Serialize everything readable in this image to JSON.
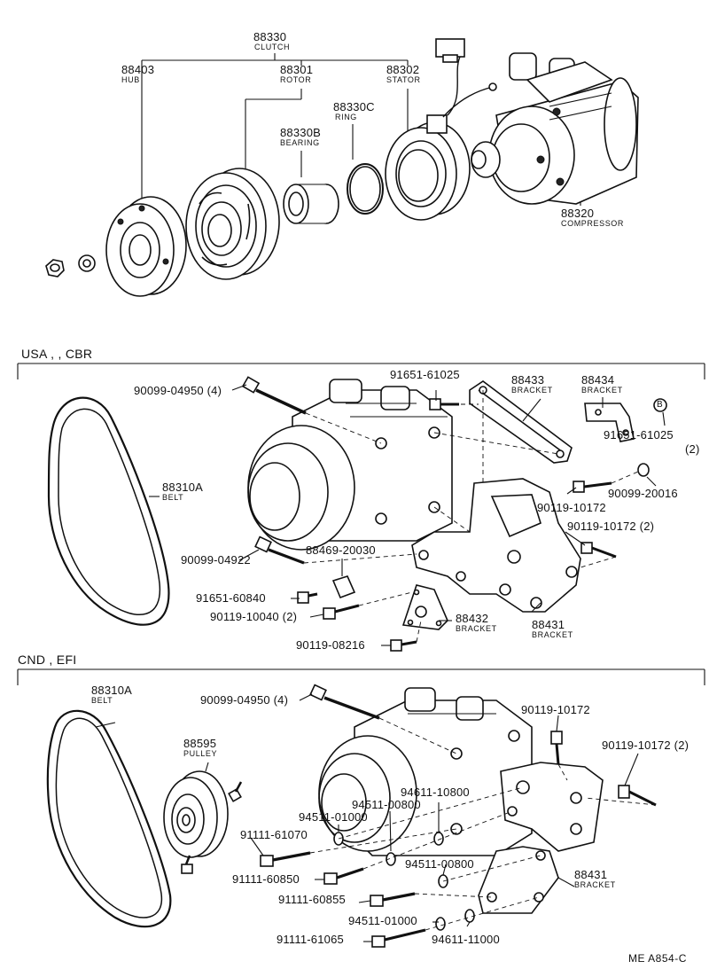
{
  "clutch": {
    "clutch_pn": "88330",
    "clutch_name": "CLUTCH",
    "hub_pn": "88403",
    "hub_name": "HUB",
    "rotor_pn": "88301",
    "rotor_name": "ROTOR",
    "stator_pn": "88302",
    "stator_name": "STATOR",
    "ring_pn": "88330C",
    "ring_name": "RING",
    "bearing_pn": "88330B",
    "bearing_name": "BEARING",
    "compressor_pn": "88320",
    "compressor_name": "COMPRESSOR"
  },
  "usa": {
    "section_title": "USA , , CBR",
    "bolt_4950": "90099-04950 (4)",
    "bolt_61025": "91651-61025",
    "bracket_88433_pn": "88433",
    "bracket_88433_name": "BRACKET",
    "bracket_88434_pn": "88434",
    "bracket_88434_name": "BRACKET",
    "marker_b": "B",
    "bolt_61025_b": "91651-61025",
    "bolt_61025_b_qty": "(2)",
    "belt_pn": "88310A",
    "belt_name": "BELT",
    "nut_20016": "90099-20016",
    "bolt_10172": "90119-10172",
    "bolt_10172_2": "90119-10172 (2)",
    "bolt_04922": "90099-04922",
    "spacer_20030": "88469-20030",
    "bolt_60840": "91651-60840",
    "bolt_10040": "90119-10040 (2)",
    "bracket_88432_pn": "88432",
    "bracket_88432_name": "BRACKET",
    "bracket_88431_pn": "88431",
    "bracket_88431_name": "BRACKET",
    "bolt_08216": "90119-08216"
  },
  "cnd": {
    "section_title": "CND , EFI",
    "belt_pn": "88310A",
    "belt_name": "BELT",
    "bolt_4950": "90099-04950 (4)",
    "bolt_10172": "90119-10172",
    "bolt_10172_2": "90119-10172 (2)",
    "pulley_pn": "88595",
    "pulley_name": "PULLEY",
    "washer_10800": "94611-10800",
    "washer_00800_a": "94511-00800",
    "washer_01000_a": "94511-01000",
    "bolt_61070": "91111-61070",
    "bolt_60850": "91111-60850",
    "washer_00800_b": "94511-00800",
    "bracket_88431_pn": "88431",
    "bracket_88431_name": "BRACKET",
    "bolt_60855": "91111-60855",
    "washer_01000_b": "94511-01000",
    "bolt_61065": "91111-61065",
    "washer_11000": "94611-11000"
  },
  "footer": {
    "ref": "ME  A854-C"
  }
}
